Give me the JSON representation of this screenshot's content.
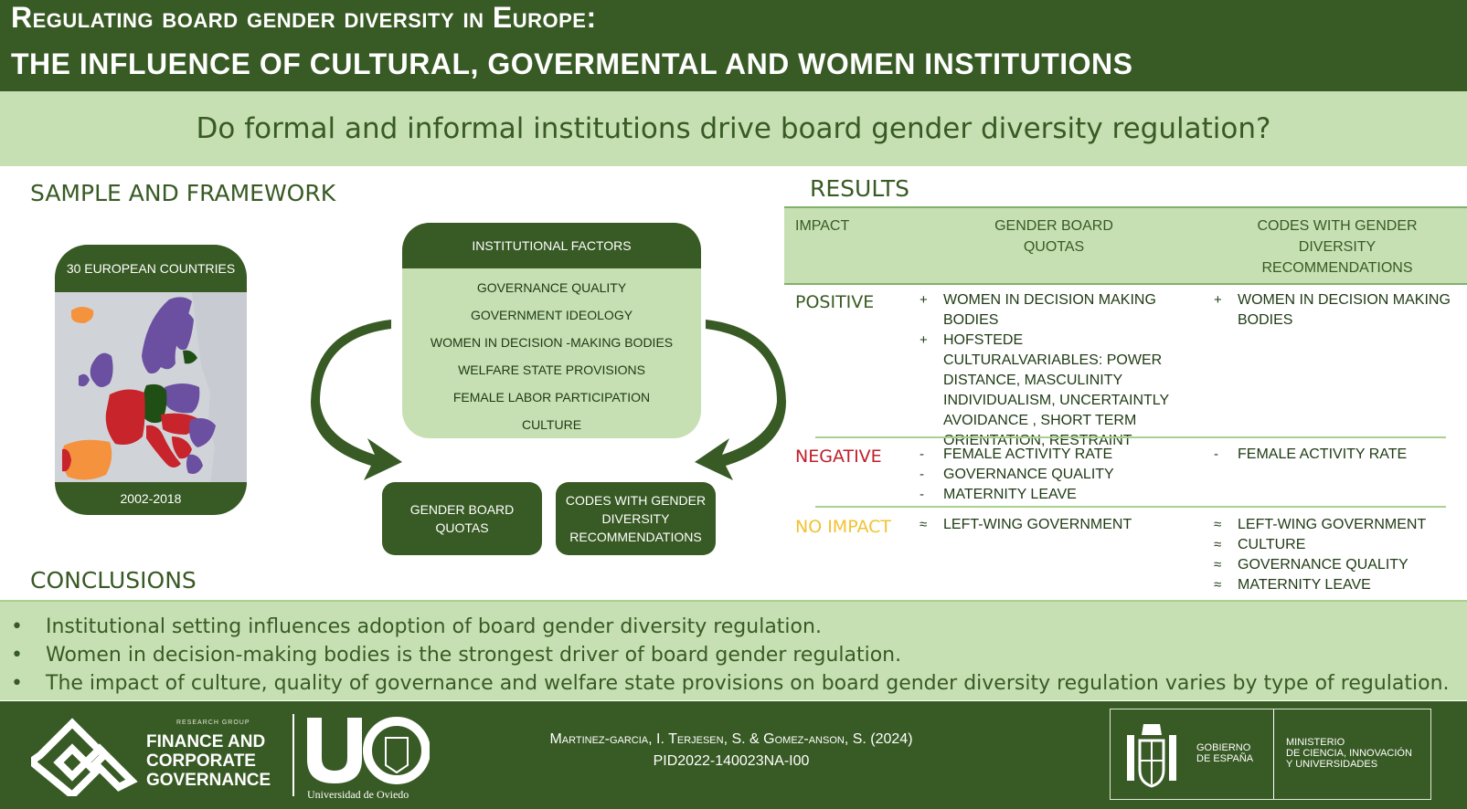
{
  "title": {
    "line1": "Regulating board gender diversity in Europe:",
    "line2": "THE INFLUENCE OF CULTURAL, GOVERMENTAL AND WOMEN INSTITUTIONS"
  },
  "question": "Do formal and informal institutions  drive board gender diversity regulation?",
  "sample": {
    "heading": "SAMPLE AND FRAMEWORK",
    "map_title": "30 EUROPEAN COUNTRIES",
    "period": "2002-2018",
    "map_colors": {
      "quotas": "#c8242b",
      "codes": "#6b4fa0",
      "both": "#1f4f14",
      "other": "#f5923e",
      "non_sample": "#d0d4d9"
    }
  },
  "framework": {
    "heading": "INSTITUTIONAL FACTORS",
    "factors": [
      "GOVERNANCE QUALITY",
      "GOVERNMENT IDEOLOGY",
      "WOMEN IN DECISION -MAKING BODIES",
      "WELFARE STATE PROVISIONS",
      "FEMALE LABOR PARTICIPATION",
      "CULTURE"
    ],
    "outcome_quotas": "GENDER BOARD QUOTAS",
    "outcome_codes": "CODES WITH GENDER DIVERSITY RECOMMENDATIONS"
  },
  "results": {
    "heading": "RESULTS",
    "col_impact": "IMPACT",
    "col_quotas": "GENDER BOARD QUOTAS",
    "col_codes": "CODES WITH GENDER DIVERSITY RECOMMENDATIONS",
    "positive": {
      "label": "POSITIVE",
      "color": "#385a24",
      "quotas": [
        {
          "sym": "+",
          "text": "WOMEN IN DECISION MAKING BODIES"
        },
        {
          "sym": "+",
          "text": "HOFSTEDE CULTURALVARIABLES: POWER DISTANCE, MASCULINITY INDIVIDUALISM, UNCERTAINTLY AVOIDANCE , SHORT TERM ORIENTATION, RESTRAINT"
        }
      ],
      "codes": [
        {
          "sym": "+",
          "text": "WOMEN IN DECISION MAKING BODIES"
        }
      ]
    },
    "negative": {
      "label": "NEGATIVE",
      "color": "#c0202a",
      "quotas": [
        {
          "sym": "-",
          "text": "FEMALE ACTIVITY RATE"
        },
        {
          "sym": "-",
          "text": "GOVERNANCE QUALITY"
        },
        {
          "sym": "-",
          "text": "MATERNITY LEAVE"
        }
      ],
      "codes": [
        {
          "sym": "-",
          "text": "FEMALE ACTIVITY RATE"
        }
      ]
    },
    "noimpact": {
      "label": "NO IMPACT",
      "color": "#f2c232",
      "quotas": [
        {
          "sym": "≈",
          "text": "LEFT-WING GOVERNMENT"
        }
      ],
      "codes": [
        {
          "sym": "≈",
          "text": "LEFT-WING GOVERNMENT"
        },
        {
          "sym": "≈",
          "text": "CULTURE"
        },
        {
          "sym": "≈",
          "text": "GOVERNANCE QUALITY"
        },
        {
          "sym": "≈",
          "text": "MATERNITY LEAVE"
        }
      ]
    }
  },
  "conclusions": {
    "heading": "CONCLUSIONS",
    "bullet": "•",
    "items": [
      "Institutional setting influences adoption of board gender diversity regulation.",
      "Women in decision-making bodies is the strongest driver of board gender regulation.",
      "The impact of culture, quality of governance and welfare state provisions on board gender diversity regulation varies by type  of regulation."
    ]
  },
  "footer": {
    "research_group": "RESEARCH GROUP",
    "group_line1": "FINANCE AND",
    "group_line2": "CORPORATE",
    "group_line3": "GOVERNANCE",
    "university": "Universidad de Oviedo",
    "citation_line1": "Martinez-garcia, I. Terjesen, S. &  Gomez-anson, S. (2024)",
    "citation_line2": "PID2022-140023NA-I00",
    "gov_line1": "GOBIERNO",
    "gov_line2": "DE ESPAÑA",
    "min_line1": "MINISTERIO",
    "min_line2": "DE CIENCIA, INNOVACIÓN",
    "min_line3": "Y UNIVERSIDADES"
  }
}
